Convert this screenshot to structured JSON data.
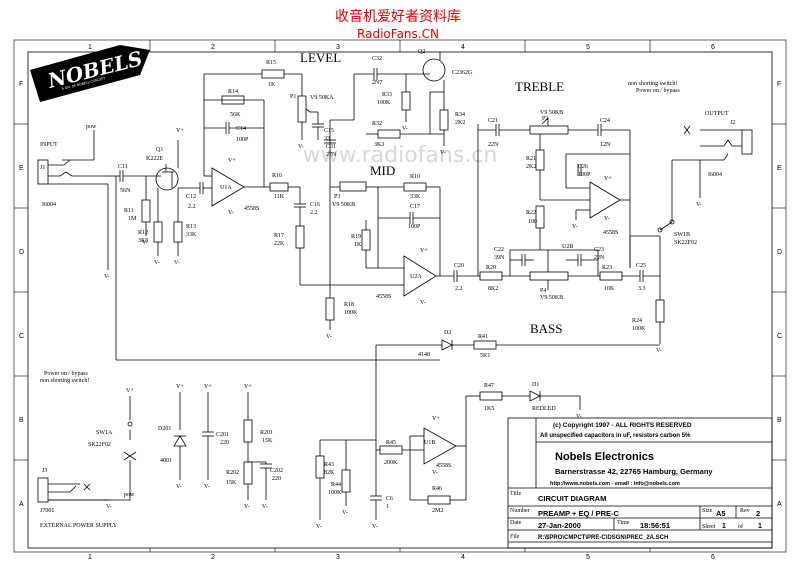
{
  "watermark": {
    "line1": "收音机爱好者资料库",
    "line2": "RadioFans.CN",
    "center": "www.radiofans.cn",
    "color": "#e00000"
  },
  "logo": {
    "text": "NOBELS",
    "tagline": "A DIV. OF NOBELS CONCEPT"
  },
  "zones": {
    "rows": [
      "F",
      "E",
      "D",
      "C",
      "B",
      "A"
    ],
    "cols": [
      "1",
      "2",
      "3",
      "4",
      "5",
      "6"
    ]
  },
  "sections": {
    "level": "LEVEL",
    "mid": "MID",
    "treble": "TREBLE",
    "bass": "BASS"
  },
  "notes": {
    "top_right_1": "non shorting switch!",
    "top_right_2": "Power on / bypass",
    "left_1": "Power on / bypass",
    "left_2": "non shorting switch!",
    "ext_power": "EXTERNAL POWER SUPPLY"
  },
  "connectors": {
    "input": {
      "title": "INPUT",
      "ref": "J1",
      "part": "I6004",
      "pow": "pow"
    },
    "output": {
      "title": "OUTPUT",
      "ref": "J2",
      "part": "I6004"
    },
    "power": {
      "ref": "J3",
      "part": "J7001",
      "pow": "pow"
    }
  },
  "components": [
    {
      "ref": "C11",
      "value": "56N"
    },
    {
      "ref": "R11",
      "value": "1M"
    },
    {
      "ref": "Q1",
      "value": "K222E"
    },
    {
      "ref": "R12",
      "value": "3K9"
    },
    {
      "ref": "R13",
      "value": "33K"
    },
    {
      "ref": "C12",
      "value": "2.2"
    },
    {
      "ref": "U1A",
      "value": "4558S"
    },
    {
      "ref": "R14",
      "value": "56K"
    },
    {
      "ref": "C14",
      "value": "100P"
    },
    {
      "ref": "R15",
      "value": "1K"
    },
    {
      "ref": "P1",
      "value": "V9 50KA"
    },
    {
      "ref": "C15",
      "value": "33"
    },
    {
      "ref": "R16",
      "value": "11K"
    },
    {
      "ref": "C16",
      "value": "2.2"
    },
    {
      "ref": "R17",
      "value": "22K"
    },
    {
      "ref": "C32",
      "value": "2N7"
    },
    {
      "ref": "Q2",
      "value": "C2362G"
    },
    {
      "ref": "R33",
      "value": "100K"
    },
    {
      "ref": "R32",
      "value": "3K3"
    },
    {
      "ref": "R34",
      "value": "2K2"
    },
    {
      "ref": "C31",
      "value": "27N"
    },
    {
      "ref": "P3",
      "value": "V9 50KB"
    },
    {
      "ref": "R10",
      "value": "33K"
    },
    {
      "ref": "C17",
      "value": "100P"
    },
    {
      "ref": "R19",
      "value": "1K"
    },
    {
      "ref": "U2A",
      "value": "4558S"
    },
    {
      "ref": "R18",
      "value": "100K"
    },
    {
      "ref": "C20",
      "value": "2.2"
    },
    {
      "ref": "C21",
      "value": "22N"
    },
    {
      "ref": "P2",
      "value": "V9 50KB"
    },
    {
      "ref": "C24",
      "value": "12N"
    },
    {
      "ref": "R21",
      "value": "2K2"
    },
    {
      "ref": "C26",
      "value": "100P"
    },
    {
      "ref": "R22",
      "value": "100"
    },
    {
      "ref": "U2B",
      "value": "4558S"
    },
    {
      "ref": "C22",
      "value": "39N"
    },
    {
      "ref": "C23",
      "value": "22N"
    },
    {
      "ref": "R20",
      "value": "8K2"
    },
    {
      "ref": "P4",
      "value": "V9 50KB"
    },
    {
      "ref": "R23",
      "value": "10K"
    },
    {
      "ref": "C25",
      "value": "3.3"
    },
    {
      "ref": "R24",
      "value": "100K"
    },
    {
      "ref": "D2",
      "value": "4148"
    },
    {
      "ref": "R41",
      "value": "5K1"
    },
    {
      "ref": "R47",
      "value": "1K5"
    },
    {
      "ref": "D1",
      "value": "REDLED"
    },
    {
      "ref": "U1B",
      "value": "4558S"
    },
    {
      "ref": "R45",
      "value": "200K"
    },
    {
      "ref": "R46",
      "value": "2M2"
    },
    {
      "ref": "R43",
      "value": "82K"
    },
    {
      "ref": "R44",
      "value": "100K"
    },
    {
      "ref": "C6",
      "value": "1"
    },
    {
      "ref": "D201",
      "value": "4001"
    },
    {
      "ref": "C201",
      "value": "220"
    },
    {
      "ref": "R201",
      "value": "15K"
    },
    {
      "ref": "R202",
      "value": "15K"
    },
    {
      "ref": "C202",
      "value": "220"
    },
    {
      "ref": "SW1A",
      "value": "SK22F02"
    },
    {
      "ref": "SW1B",
      "value": "SK22F02"
    }
  ],
  "rails": {
    "pos": "V+",
    "neg": "V-"
  },
  "titleblock": {
    "copyright": "(c) Copyright 1997 - ALL RIGHTS RESERVED",
    "caps_note": "All unspecified capacitors in uF,  resistors carbon 5%",
    "company": "Nobels Electronics",
    "address": "Barnerstrasse 42, 22765 Hamburg, Germany",
    "web": "http://www.nobels.com  -  email : info@nobels.com",
    "title_label": "Title",
    "title": "CIRCUIT DIAGRAM",
    "number_label": "Number",
    "number": "PREAMP + EQ / PRE-C",
    "size_label": "Size",
    "size": "A5",
    "rev_label": "Rev",
    "rev": "2",
    "date_label": "Date",
    "date": "27-Jan-2000",
    "time_label": "Time",
    "time": "18:56:51",
    "sheet_label": "Sheet",
    "sheet": "1",
    "of_label": "of",
    "of": "1",
    "file_label": "File",
    "file": "R:\\$PRO\\CMPCT\\PRE-C\\DSGN\\PREC_2A.SCH"
  }
}
